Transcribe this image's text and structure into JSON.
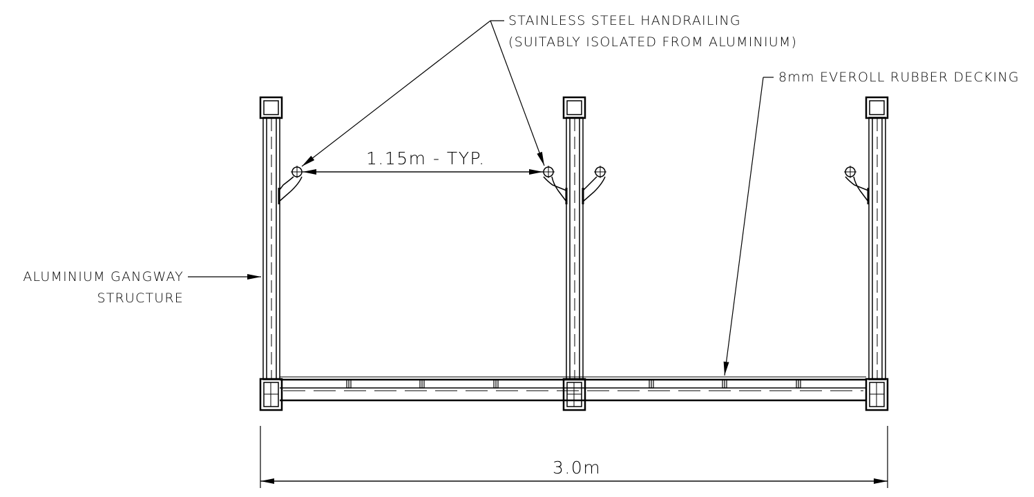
{
  "labels": {
    "handrailing_line1": "STAINLESS STEEL HANDRAILING",
    "handrailing_line2": "(SUITABLY ISOLATED FROM ALUMINIUM)",
    "decking": "8mm EVEROLL RUBBER DECKING",
    "structure_line1": "ALUMINIUM GANGWAY",
    "structure_line2": "STRUCTURE"
  },
  "dimensions": {
    "rail_spacing": "1.15m - TYP.",
    "overall_width": "3.0m"
  },
  "colors": {
    "line": "#000000",
    "background": "#ffffff"
  }
}
